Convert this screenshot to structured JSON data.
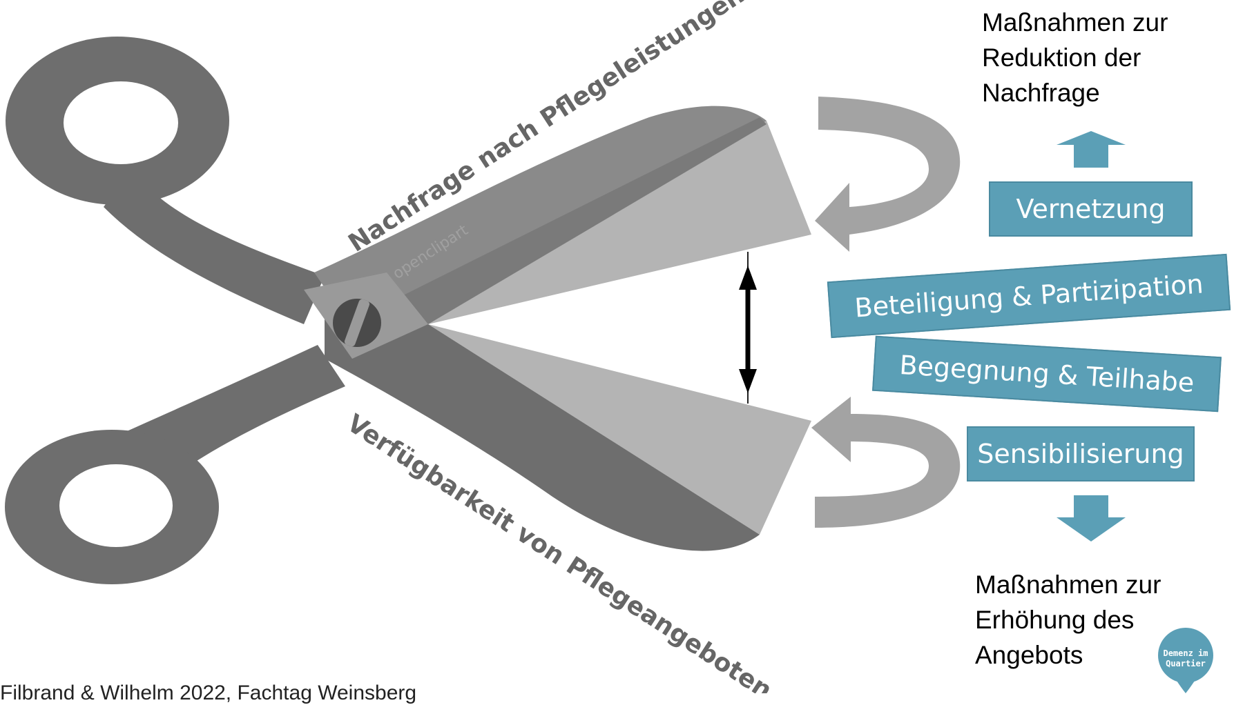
{
  "diagram": {
    "top_measures": [
      "Maßnahmen zur",
      "Reduktion der",
      "Nachfrage"
    ],
    "bottom_measures": [
      "Maßnahmen zur",
      "Erhöhung des",
      "Angebots"
    ],
    "boxes": {
      "vernetzung": "Vernetzung",
      "beteiligung": "Beteiligung & Partizipation",
      "begegnung": "Begegnung & Teilhabe",
      "sensibilisierung": "Sensibilisierung"
    },
    "blade_top_label": "Nachfrage nach Pflegeleistungen",
    "blade_bottom_label": "Verfügbarkeit von Pflegeangeboten",
    "watermark": "openclipart",
    "logo_text": [
      "Demenz im",
      "Quartier"
    ],
    "footer": "Filbrand & Wilhelm 2022, Fachtag Weinsberg"
  },
  "colors": {
    "box": "#5b9fb6",
    "box_border": "#4a8aa0",
    "scissors_dark": "#6e6e6e",
    "scissors_light": "#a6a6a6",
    "arrow_gray": "#a3a3a3",
    "label_gray": "#666666"
  }
}
